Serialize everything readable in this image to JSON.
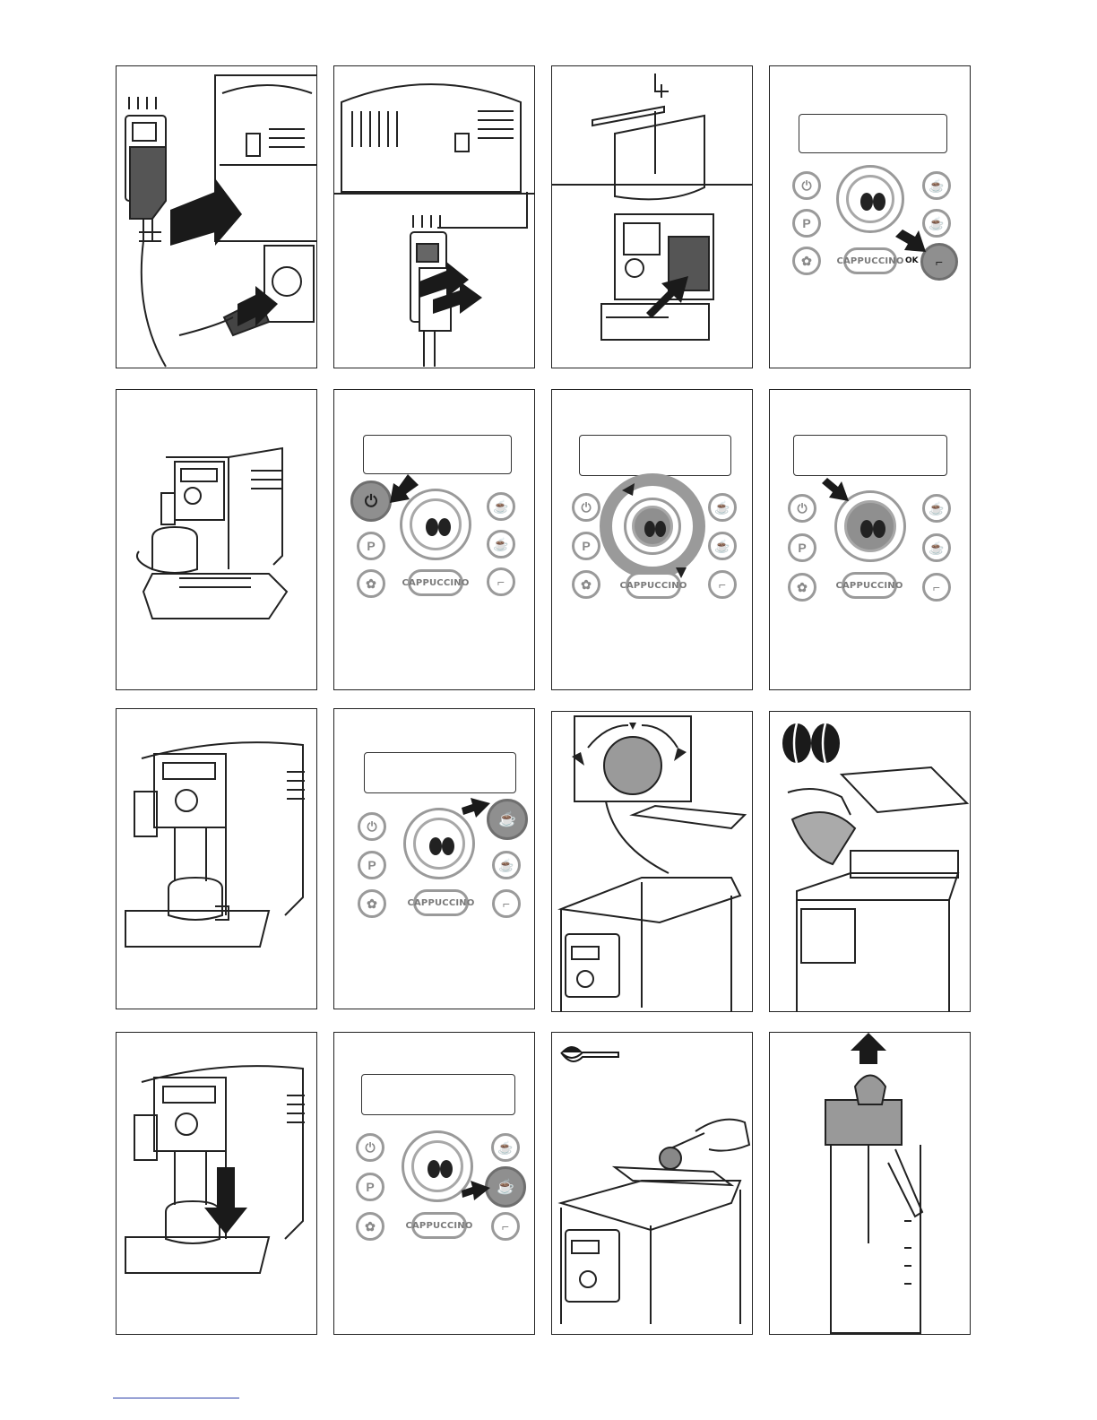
{
  "control_panel": {
    "cappuccino_label": "CAPPUCCINO",
    "program_label": "P",
    "ok_label": "OK"
  },
  "icons": {
    "power": "power-icon",
    "program": "p-icon",
    "coffee_beans": "coffee-beans-icon",
    "one_cup": "single-cup-icon",
    "two_cups": "double-cup-icon",
    "steam": "steam-wand-icon",
    "ground_coffee": "ground-coffee-icon",
    "arrow": "arrow-icon"
  },
  "colors": {
    "line": "#222222",
    "button_outline": "#9a9a9a",
    "highlight": "#8f8f8f"
  }
}
